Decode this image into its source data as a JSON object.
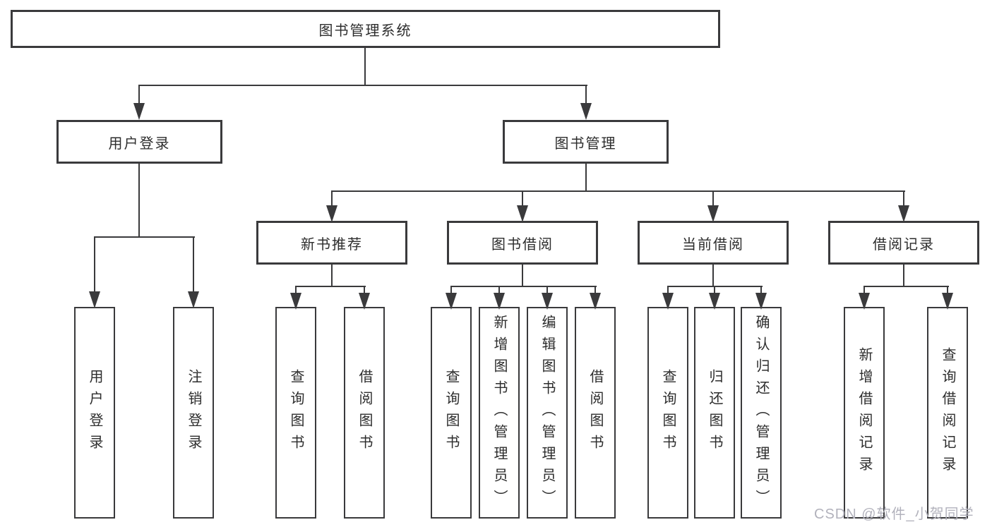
{
  "colors": {
    "line": "#3a3a3c",
    "text": "#2d2d2d",
    "watermark": "#b2b2bc"
  },
  "watermark": {
    "text": "CSDN @软件_小贺同学"
  },
  "tree": {
    "label": "图书管理系统",
    "children": [
      {
        "label": "用户登录",
        "children": [
          {
            "label": "用户登录"
          },
          {
            "label": "注销登录"
          }
        ]
      },
      {
        "label": "图书管理",
        "children": [
          {
            "label": "新书推荐",
            "children": [
              {
                "label": "查询图书"
              },
              {
                "label": "借阅图书"
              }
            ]
          },
          {
            "label": "图书借阅",
            "children": [
              {
                "label": "查询图书"
              },
              {
                "label": "新增图书（管理员）"
              },
              {
                "label": "编辑图书（管理员）"
              },
              {
                "label": "借阅图书"
              }
            ]
          },
          {
            "label": "当前借阅",
            "children": [
              {
                "label": "查询图书"
              },
              {
                "label": "归还图书"
              },
              {
                "label": "确认归还（管理员）"
              }
            ]
          },
          {
            "label": "借阅记录",
            "children": [
              {
                "label": "新增借阅记录"
              },
              {
                "label": "查询借阅记录"
              }
            ]
          }
        ]
      }
    ]
  }
}
